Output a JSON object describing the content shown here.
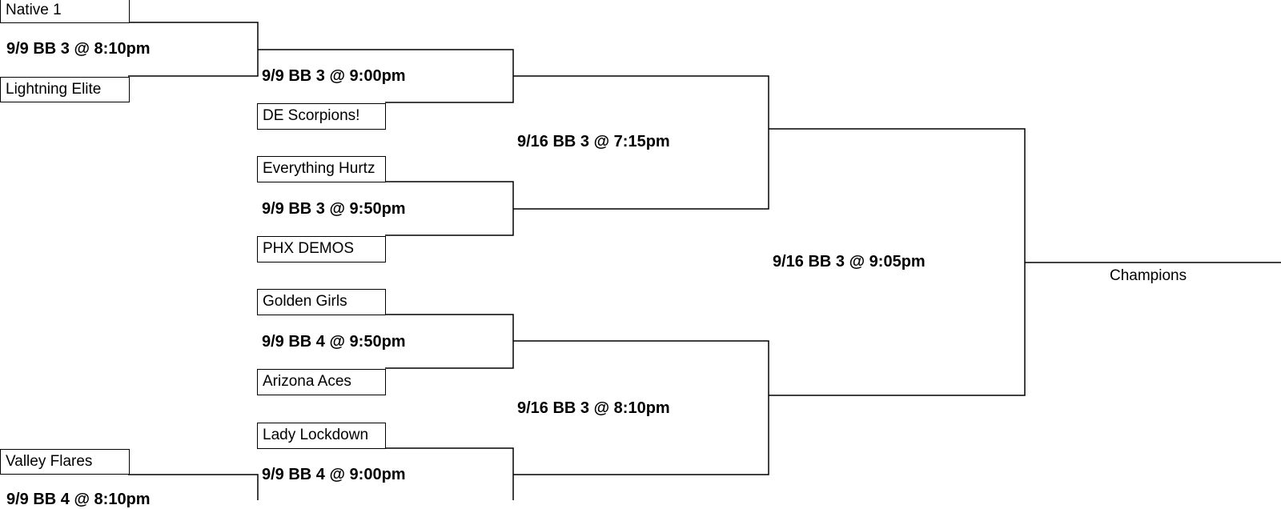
{
  "bracket": {
    "round1": {
      "top": {
        "team_a": "Native 1",
        "game": "9/9 BB 3 @ 8:10pm",
        "team_b": "Lightning Elite"
      },
      "bottom": {
        "team_a": "Valley Flares",
        "game": "9/9 BB 4 @ 8:10pm"
      }
    },
    "round2": [
      {
        "game": "9/9 BB 3 @ 9:00pm",
        "team_b": "DE Scorpions!"
      },
      {
        "team_a": "Everything Hurtz",
        "game": "9/9 BB 3 @ 9:50pm",
        "team_b": "PHX DEMOS"
      },
      {
        "team_a": "Golden Girls",
        "game": "9/9 BB 4 @ 9:50pm",
        "team_b": "Arizona Aces"
      },
      {
        "team_a": "Lady Lockdown",
        "game": "9/9 BB 4 @ 9:00pm"
      }
    ],
    "semifinals": [
      {
        "game": "9/16 BB 3 @ 7:15pm"
      },
      {
        "game": "9/16 BB 3 @ 8:10pm"
      }
    ],
    "final": {
      "game": "9/16 BB 3 @ 9:05pm"
    },
    "champion_label": "Champions"
  }
}
